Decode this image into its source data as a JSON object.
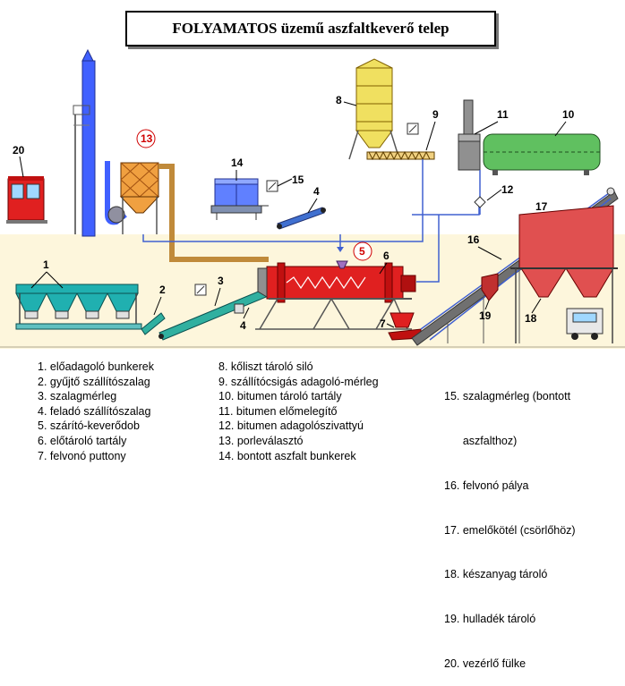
{
  "title": "FOLYAMATOS üzemű aszfaltkeverő telep",
  "callouts": {
    "c1": "1",
    "c2": "2",
    "c3": "3",
    "c4a": "4",
    "c4b": "4",
    "c5": "5",
    "c6": "6",
    "c7": "7",
    "c8": "8",
    "c9": "9",
    "c10": "10",
    "c11": "11",
    "c12": "12",
    "c13": "13",
    "c14": "14",
    "c15": "15",
    "c16": "16",
    "c17": "17",
    "c18": "18",
    "c19": "19",
    "c20": "20"
  },
  "legend": {
    "col1": [
      "1. előadagoló  bunkerek",
      "2. gyűjtő szállítószalag",
      "3. szalagmérleg",
      "4. feladó szállítószalag",
      "5. szárító-keverődob",
      "6. előtároló tartály",
      "7. felvonó puttony"
    ],
    "col2": [
      "8. kőliszt tároló siló",
      "9. szállítócsigás adagoló-mérleg",
      "10. bitumen tároló tartály",
      "11. bitumen előmelegítő",
      "12. bitumen adagolószivattyú",
      "13. porleválasztó",
      "14. bontott aszfalt bunkerek"
    ],
    "col3": [
      "15. szalagmérleg (bontott",
      "      aszfalthoz)",
      "16. felvonó pálya",
      "17. emelőkötél (csörlőhöz)",
      "18. készanyag tároló",
      "19. hulladék tároló",
      "20. vezérlő fülke"
    ]
  },
  "colors": {
    "background": "#ffffff",
    "ground": "#fdf6dc",
    "red": "#e02020",
    "teal": "#20b0b0",
    "green": "#60c060",
    "yellow": "#f0e060",
    "blue_stack": "#4060ff",
    "brown_pipe": "#c08a3a",
    "blue_pipe": "#4060d0",
    "grey_steel": "#707070"
  }
}
